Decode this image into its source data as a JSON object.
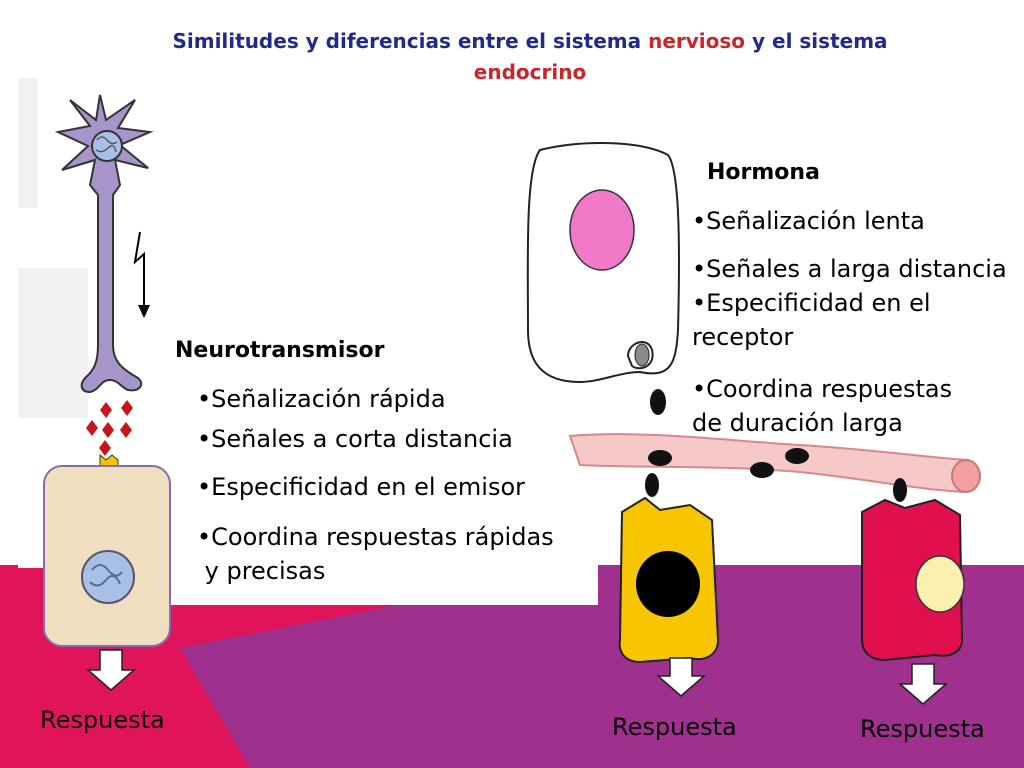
{
  "title": {
    "part1": "Similitudes y diferencias entre el sistema",
    "highlight1": "nervioso",
    "part2": "y el sistema",
    "highlight2": "endocrino"
  },
  "neuro": {
    "heading": "Neurotransmisor",
    "bullets": [
      "•Señalización rápida",
      "•Señales a corta distancia",
      "•Especificidad en el emisor",
      "•Coordina respuestas rápidas",
      " y precisas"
    ]
  },
  "hormone": {
    "heading": "Hormona",
    "bullets": [
      "•Señalización lenta",
      "•Señales a larga distancia",
      "•Especificidad en el",
      "receptor",
      "•Coordina respuestas",
      "de duración larga"
    ]
  },
  "responses": {
    "left": "Respuesta",
    "middle": "Respuesta",
    "right": "Respuesta"
  },
  "colors": {
    "title_blue": "#1f2a8c",
    "title_red": "#c8262a",
    "magenta": "#e0145a",
    "purple": "#a0308e",
    "neuron_lavender": "#a795c9",
    "target_cell_beige": "#efdec0",
    "yellow_cell": "#f7c600",
    "pink_cell": "#e0104e",
    "blood_vessel": "#f7c8c8"
  }
}
